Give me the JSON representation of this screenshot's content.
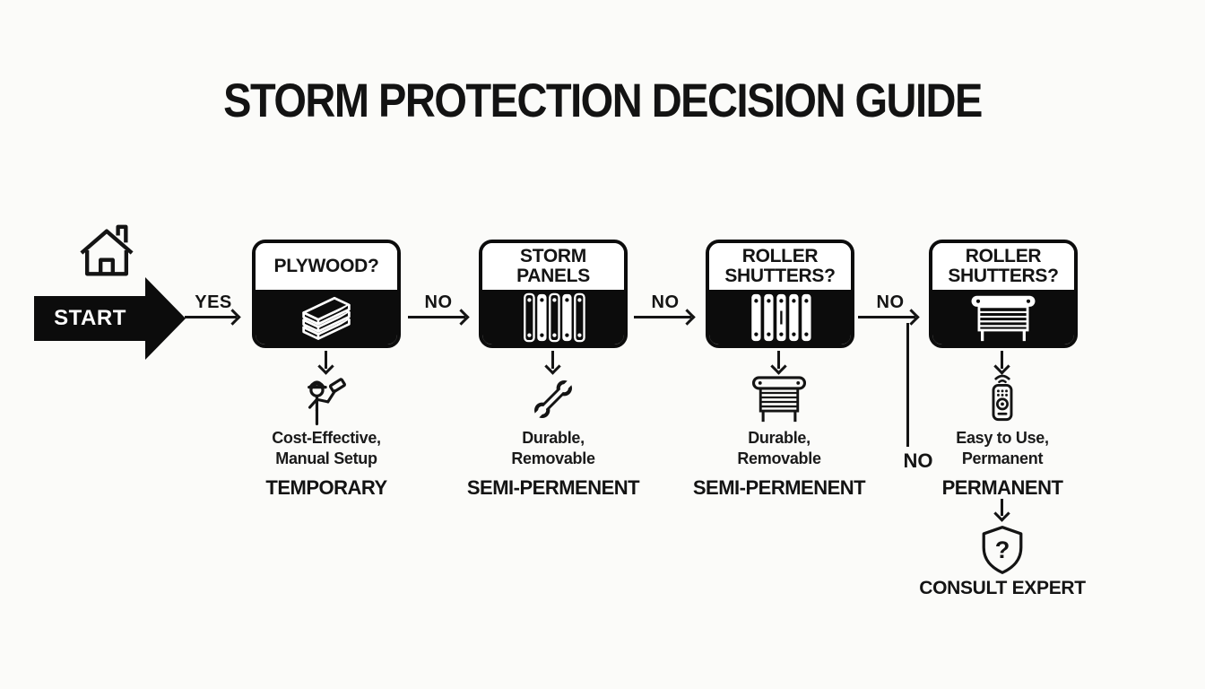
{
  "title": "STORM PROTECTION DECISION GUIDE",
  "start": {
    "label": "START",
    "icon": "house-icon"
  },
  "edges": {
    "yes_label": "YES",
    "no_label_1": "NO",
    "no_label_2": "NO",
    "no_label_3": "NO",
    "no_branch_label": "NO"
  },
  "columns": [
    {
      "box_title": "PLYWOOD?",
      "box_icon": "plywood-stack-icon",
      "result_icon": "worker-hammer-icon",
      "traits": [
        "Cost-Effective,",
        "Manual Setup"
      ],
      "category": "TEMPORARY"
    },
    {
      "box_title": "STORM PANELS",
      "box_icon": "storm-panels-icon",
      "result_icon": "wrench-icon",
      "traits": [
        "Durable,",
        "Removable"
      ],
      "category": "SEMI-PERMENENT"
    },
    {
      "box_title": "ROLLER SHUTTERS?",
      "box_icon": "shutter-slats-icon",
      "result_icon": "roller-door-icon",
      "traits": [
        "Durable,",
        "Removable"
      ],
      "category": "SEMI-PERMENENT"
    },
    {
      "box_title": "ROLLER SHUTTERS?",
      "box_icon": "roller-door-white-icon",
      "result_icon": "remote-control-icon",
      "traits": [
        "Easy to Use,",
        "Permanent"
      ],
      "category": "PERMANENT"
    }
  ],
  "expert": {
    "label": "CONSULT EXPERT",
    "icon": "shield-question-icon",
    "glyph": "?"
  },
  "colors": {
    "ink": "#141414",
    "box_dark": "#0c0c0c",
    "background": "#fbfbf9",
    "text_light": "#ffffff"
  }
}
